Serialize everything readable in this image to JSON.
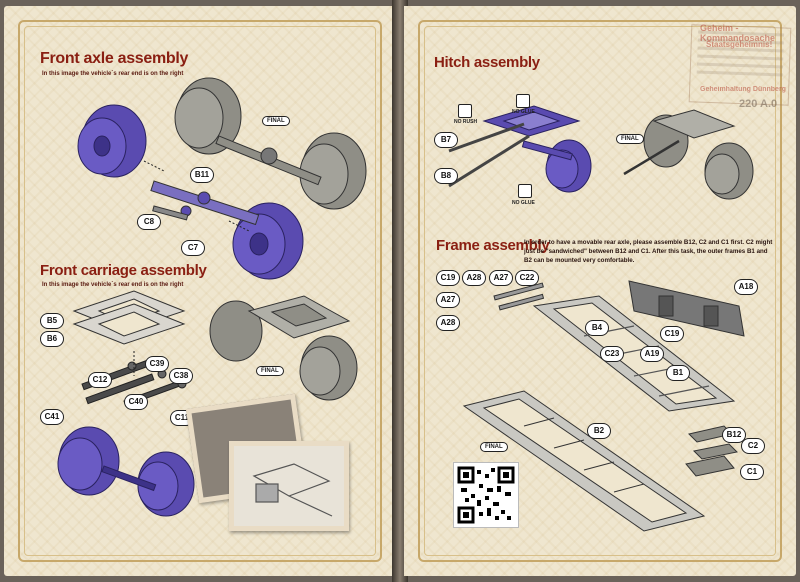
{
  "left_page": {
    "sections": {
      "front_axle": {
        "title": "Front axle assembly",
        "subtitle": "In this image the vehicle`s rear end is on the right"
      },
      "front_carriage": {
        "title": "Front carriage assembly",
        "subtitle": "In this image the vehicle`s rear end is on the right"
      }
    },
    "labels": {
      "b11": "B11",
      "c8": "C8",
      "c7": "C7",
      "b5": "B5",
      "b6": "B6",
      "c12": "C12",
      "c39": "C39",
      "c38": "C38",
      "c40": "C40",
      "c41": "C41",
      "c11": "C11"
    },
    "final_tags": {
      "axle": "FINAL",
      "carriage": "FINAL"
    }
  },
  "right_page": {
    "stamp": {
      "title": "Geheim - Kommandosache",
      "subtitle": "Staatsgeheimnis!",
      "footer": "Geheimhaltung Dünnberg",
      "number": "220 A.0"
    },
    "sections": {
      "hitch": {
        "title": "Hitch assembly"
      },
      "frame": {
        "title": "Frame assembly",
        "note": "In order to have a movable rear axle, please assemble B12, C2 and C1 first. C2 might just be \"sandwiched\" between B12 and C1. After this task, the outer frames B1 and B2 can be mounted very comfortable."
      }
    },
    "warnings": {
      "no_rush": "NO RUSH",
      "no_glue_1": "NO GLUE",
      "no_glue_2": "NO GLUE"
    },
    "labels": {
      "b7": "B7",
      "b8": "B8",
      "c19a": "C19",
      "a28a": "A28",
      "a27a": "A27",
      "c22": "C22",
      "a27b": "A27",
      "a28b": "A28",
      "b4": "B4",
      "c23": "C23",
      "b1": "B1",
      "b2": "B2",
      "b12": "B12",
      "c2": "C2",
      "c1": "C1",
      "a18": "A18",
      "c19b": "C19",
      "a19": "A19"
    },
    "final_tags": {
      "hitch": "FINAL",
      "frame": "FINAL"
    }
  },
  "colors": {
    "title_red": "#8a1f12",
    "part_purple": "#5a4bb0",
    "part_grey": "#8f8e86",
    "paper": "#efe6cf"
  }
}
